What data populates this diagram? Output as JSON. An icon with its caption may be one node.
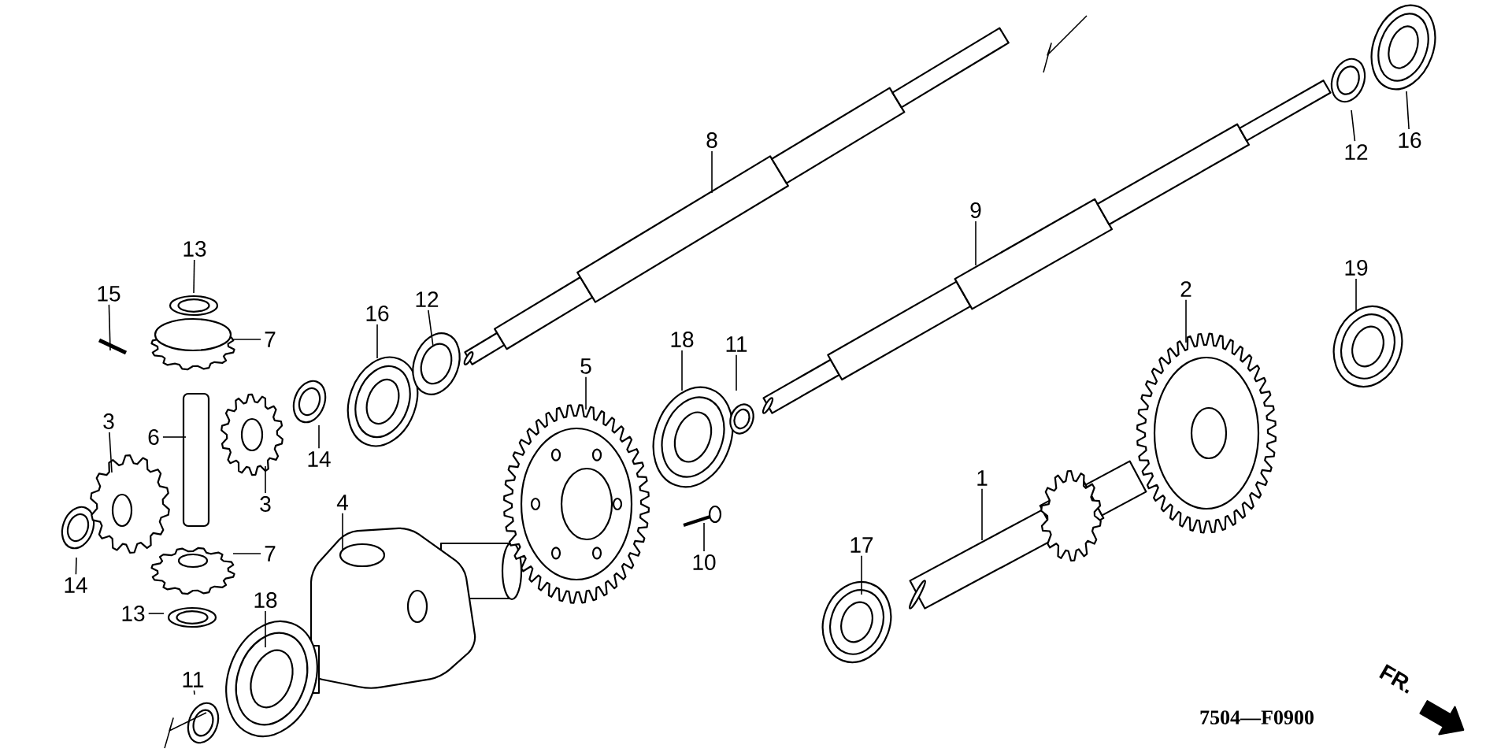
{
  "diagram": {
    "nodes": [
      {
        "text": [
          "16"
        ]
      },
      {
        "text": [
          "8"
        ]
      },
      {
        "text": [
          "12"
        ]
      },
      {
        "text": [
          "9"
        ]
      },
      {
        "text": [
          "13"
        ]
      },
      {
        "text": [
          "19"
        ]
      },
      {
        "text": [
          "2"
        ]
      },
      {
        "text": [
          "15"
        ]
      },
      {
        "text": [
          "12"
        ]
      },
      {
        "text": [
          "16"
        ]
      },
      {
        "text": [
          "7"
        ]
      },
      {
        "text": [
          "18"
        ]
      },
      {
        "text": [
          "11"
        ]
      },
      {
        "text": [
          "5"
        ]
      },
      {
        "text": [
          "3"
        ]
      },
      {
        "text": [
          "6"
        ]
      },
      {
        "text": [
          "14"
        ]
      },
      {
        "text": [
          "1"
        ]
      },
      {
        "text": [
          "3"
        ]
      },
      {
        "text": [
          "4"
        ]
      },
      {
        "text": [
          "17"
        ]
      },
      {
        "text": [
          "7"
        ]
      },
      {
        "text": [
          "10"
        ]
      },
      {
        "text": [
          "14"
        ]
      },
      {
        "text": [
          "18"
        ]
      },
      {
        "text": [
          "13"
        ]
      },
      {
        "text": [
          "11"
        ]
      }
    ],
    "edges": [
      {
        "from": 0,
        "to": null,
        "arrow": "none"
      },
      {
        "from": 1,
        "to": null,
        "arrow": "none"
      },
      {
        "from": 2,
        "to": null,
        "arrow": "none"
      },
      {
        "from": 3,
        "to": null,
        "arrow": "none"
      },
      {
        "from": 4,
        "to": null,
        "arrow": "none"
      },
      {
        "from": 5,
        "to": null,
        "arrow": "none"
      },
      {
        "from": 6,
        "to": null,
        "arrow": "none"
      },
      {
        "from": 7,
        "to": null,
        "arrow": "none"
      },
      {
        "from": 8,
        "to": null,
        "arrow": "none"
      },
      {
        "from": 9,
        "to": null,
        "arrow": "none"
      },
      {
        "from": 10,
        "to": null,
        "arrow": "none"
      },
      {
        "from": 11,
        "to": null,
        "arrow": "none"
      },
      {
        "from": 12,
        "to": null,
        "arrow": "none"
      },
      {
        "from": 13,
        "to": null,
        "arrow": "none"
      },
      {
        "from": 14,
        "to": null,
        "arrow": "none"
      },
      {
        "from": 15,
        "to": null,
        "arrow": "none"
      },
      {
        "from": 16,
        "to": null,
        "arrow": "none"
      },
      {
        "from": 17,
        "to": null,
        "arrow": "none"
      },
      {
        "from": 18,
        "to": null,
        "arrow": "none"
      },
      {
        "from": 19,
        "to": null,
        "arrow": "none"
      },
      {
        "from": 20,
        "to": null,
        "arrow": "none"
      },
      {
        "from": 21,
        "to": null,
        "arrow": "none"
      },
      {
        "from": 22,
        "to": null,
        "arrow": "none"
      },
      {
        "from": 23,
        "to": null,
        "arrow": "none"
      },
      {
        "from": 24,
        "to": null,
        "arrow": "none"
      },
      {
        "from": 25,
        "to": null,
        "arrow": "none"
      },
      {
        "from": 26,
        "to": null,
        "arrow": "none"
      }
    ],
    "labels": [
      "FR.",
      "7504—F0900"
    ]
  }
}
